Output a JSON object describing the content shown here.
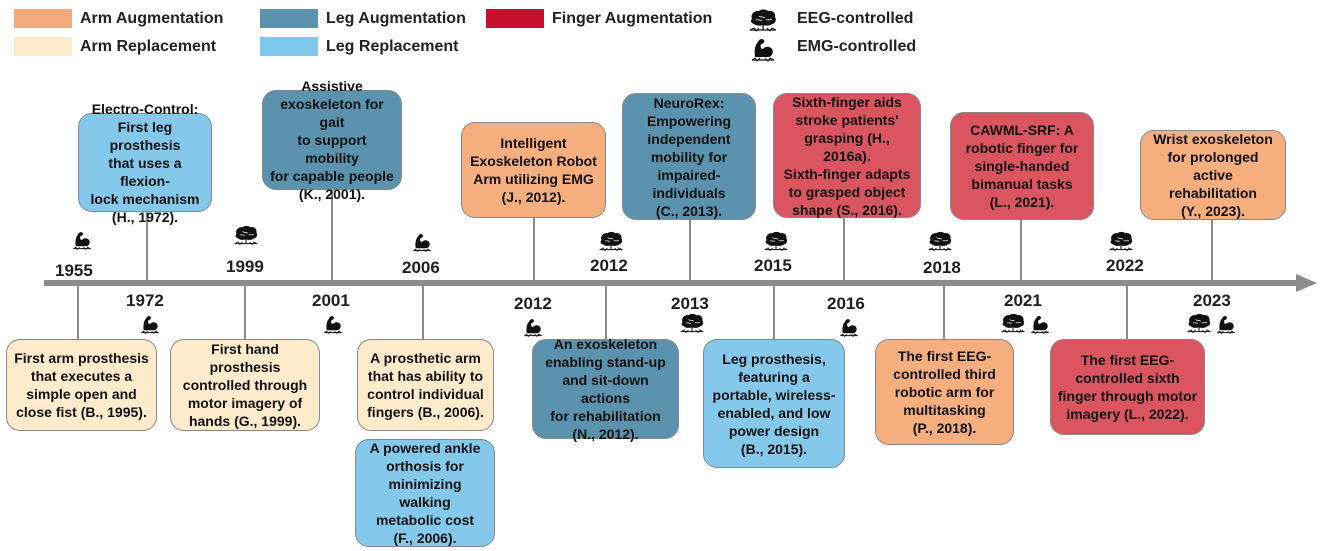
{
  "legend": {
    "items": [
      {
        "key": "arm_aug",
        "label": "Arm Augmentation",
        "color": "#F2A97C"
      },
      {
        "key": "leg_aug",
        "label": "Leg Augmentation",
        "color": "#5B93AE"
      },
      {
        "key": "finger_aug",
        "label": "Finger Augmentation",
        "color": "#C8102E"
      },
      {
        "key": "arm_rep",
        "label": "Arm Replacement",
        "color": "#FDEBCB"
      },
      {
        "key": "leg_rep",
        "label": "Leg Replacement",
        "color": "#7EC8EC"
      }
    ],
    "controls": [
      {
        "key": "eeg",
        "label": "EEG-controlled",
        "icon": "brain-icon"
      },
      {
        "key": "emg",
        "label": "EMG-controlled",
        "icon": "flexed-arm-icon"
      }
    ]
  },
  "palette": {
    "box_arm_aug": "#F5AE7E",
    "box_leg_aug": "#5B93AE",
    "box_finger_aug": "#DB5560",
    "box_arm_rep": "#FDEBCB",
    "box_leg_rep": "#84C9EC",
    "timeline": "#8C8C8C"
  },
  "years": [
    {
      "id": "y1955",
      "label": "1955"
    },
    {
      "id": "y1972",
      "label": "1972"
    },
    {
      "id": "y1999",
      "label": "1999"
    },
    {
      "id": "y2001",
      "label": "2001"
    },
    {
      "id": "y2006",
      "label": "2006"
    },
    {
      "id": "y2012a",
      "label": "2012"
    },
    {
      "id": "y2012b",
      "label": "2012"
    },
    {
      "id": "y2013",
      "label": "2013"
    },
    {
      "id": "y2015",
      "label": "2015"
    },
    {
      "id": "y2016",
      "label": "2016"
    },
    {
      "id": "y2018",
      "label": "2018"
    },
    {
      "id": "y2021",
      "label": "2021"
    },
    {
      "id": "y2022",
      "label": "2022"
    },
    {
      "id": "y2023",
      "label": "2023"
    }
  ],
  "events": [
    {
      "id": "e1",
      "category": "leg_rep",
      "lines": [
        "Electro-Control:",
        "First leg prosthesis",
        "that uses a flexion-",
        "lock mechanism",
        "(H., 1972)."
      ]
    },
    {
      "id": "e2",
      "category": "leg_aug",
      "lines": [
        "Assistive",
        "exoskeleton for gait",
        "to support mobility",
        "for capable people",
        "(K., 2001)."
      ]
    },
    {
      "id": "e3",
      "category": "arm_aug",
      "lines": [
        "Intelligent",
        "Exoskeleton Robot",
        "Arm utilizing EMG",
        "(J., 2012)."
      ]
    },
    {
      "id": "e4",
      "category": "leg_aug",
      "lines": [
        "NeuroRex:",
        "Empowering",
        "independent",
        "mobility for",
        "impaired-individuals",
        "(C., 2013)."
      ]
    },
    {
      "id": "e5",
      "category": "finger_aug",
      "lines": [
        "Sixth-finger aids",
        "stroke patients'",
        "grasping (H., 2016a).",
        "Sixth-finger adapts",
        "to grasped object",
        "shape (S., 2016)."
      ]
    },
    {
      "id": "e6",
      "category": "finger_aug",
      "lines": [
        "CAWML-SRF: A",
        "robotic finger for",
        "single-handed",
        "bimanual tasks",
        "(L., 2021)."
      ]
    },
    {
      "id": "e7",
      "category": "arm_aug",
      "lines": [
        "Wrist exoskeleton",
        "for prolonged active",
        "rehabilitation",
        "(Y., 2023)."
      ]
    },
    {
      "id": "e8",
      "category": "arm_rep",
      "lines": [
        "First arm prosthesis",
        "that executes a",
        "simple open and",
        "close fist (B., 1995)."
      ]
    },
    {
      "id": "e9",
      "category": "arm_rep",
      "lines": [
        "First hand prosthesis",
        "controlled through",
        "motor imagery of",
        "hands (G., 1999)."
      ]
    },
    {
      "id": "e10",
      "category": "arm_rep",
      "lines": [
        "A prosthetic arm",
        "that has ability to",
        "control individual",
        "fingers (B., 2006)."
      ]
    },
    {
      "id": "e11",
      "category": "leg_rep",
      "lines": [
        "A powered ankle",
        "orthosis for",
        "minimizing walking",
        "metabolic cost",
        "(F., 2006)."
      ]
    },
    {
      "id": "e12",
      "category": "leg_aug",
      "lines": [
        "An exoskeleton",
        "enabling stand-up",
        "and sit-down actions",
        "for rehabilitation",
        "(N., 2012)."
      ]
    },
    {
      "id": "e13",
      "category": "leg_rep",
      "lines": [
        "Leg prosthesis,",
        "featuring a",
        "portable, wireless-",
        "enabled, and low",
        "power design",
        "(B., 2015)."
      ]
    },
    {
      "id": "e14",
      "category": "arm_aug",
      "lines": [
        "The first EEG-",
        "controlled third",
        "robotic arm for",
        "multitasking",
        "(P., 2018)."
      ]
    },
    {
      "id": "e15",
      "category": "finger_aug",
      "lines": [
        "The first EEG-",
        "controlled sixth",
        "finger through motor",
        "imagery (L., 2022)."
      ]
    }
  ]
}
